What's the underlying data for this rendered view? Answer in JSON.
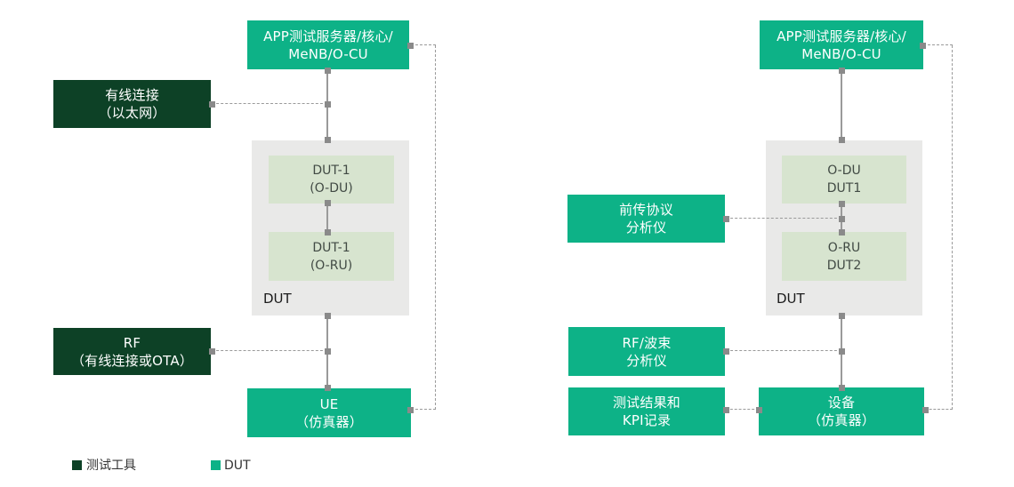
{
  "palette": {
    "brand_green": "#0db287",
    "dark_green": "#0d4126",
    "light_green": "#d7e4cf",
    "container_gray": "#e9e9e8",
    "line_gray": "#9a9a9a"
  },
  "left": {
    "app": {
      "line1": "APP测试服务器/核心/",
      "line2": "MeNB/O-CU"
    },
    "wired": {
      "line1": "有线连接",
      "line2": "（以太网）"
    },
    "container_label": "DUT",
    "odu": {
      "line1": "DUT-1",
      "line2": "(O-DU)"
    },
    "oru": {
      "line1": "DUT-1",
      "line2": "(O-RU)"
    },
    "rf": {
      "line1": "RF",
      "line2": "（有线连接或OTA）"
    },
    "ue": {
      "line1": "UE",
      "line2": "（仿真器）"
    }
  },
  "right": {
    "app": {
      "line1": "APP测试服务器/核心/",
      "line2": "MeNB/O-CU"
    },
    "fronthaul": {
      "line1": "前传协议",
      "line2": "分析仪"
    },
    "container_label": "DUT",
    "odu": {
      "line1": "O-DU",
      "line2": "DUT1"
    },
    "oru": {
      "line1": "O-RU",
      "line2": "DUT2"
    },
    "rf_beam": {
      "line1": "RF/波束",
      "line2": "分析仪"
    },
    "results": {
      "line1": "测试结果和",
      "line2": "KPI记录"
    },
    "device": {
      "line1": "设备",
      "line2": "（仿真器）"
    }
  },
  "legend": {
    "test_tools": "测试工具",
    "dut": "DUT"
  }
}
